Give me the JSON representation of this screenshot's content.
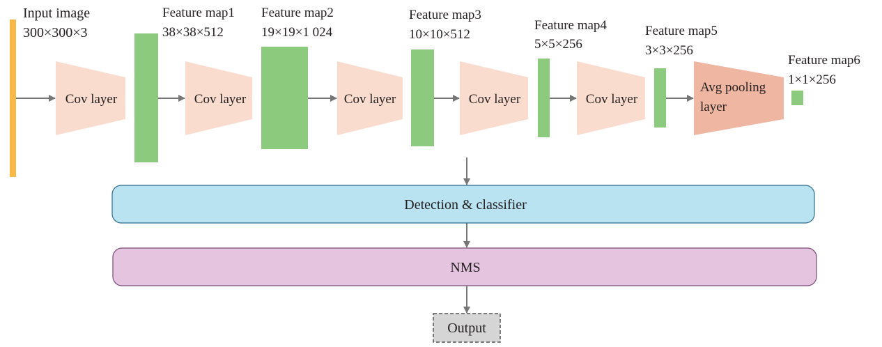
{
  "input": {
    "title": "Input image",
    "size": "300×300×3"
  },
  "feature_maps": [
    {
      "title": "Feature map1",
      "size": "38×38×512"
    },
    {
      "title": "Feature map2",
      "size": "19×19×1 024"
    },
    {
      "title": "Feature map3",
      "size": "10×10×512"
    },
    {
      "title": "Feature map4",
      "size": "5×5×256"
    },
    {
      "title": "Feature map5",
      "size": "3×3×256"
    },
    {
      "title": "Feature map6",
      "size": "1×1×256"
    }
  ],
  "layers": [
    {
      "label": "Cov layer"
    },
    {
      "label": "Cov layer"
    },
    {
      "label": "Cov layer"
    },
    {
      "label": "Cov layer"
    },
    {
      "label": "Cov layer"
    },
    {
      "label_line1": "Avg pooling",
      "label_line2": "layer"
    }
  ],
  "detection": {
    "label": "Detection & classifier"
  },
  "nms": {
    "label": "NMS"
  },
  "output": {
    "label": "Output"
  },
  "colors": {
    "input_bar": "#f9b847",
    "feature_map": "#8cca7e",
    "cov_layer": "#f9dcce",
    "pool_layer": "#efb7a2",
    "detection": "#bae3f2",
    "nms": "#e5c4df",
    "output": "#d5d5d5",
    "arrow": "#777777"
  }
}
